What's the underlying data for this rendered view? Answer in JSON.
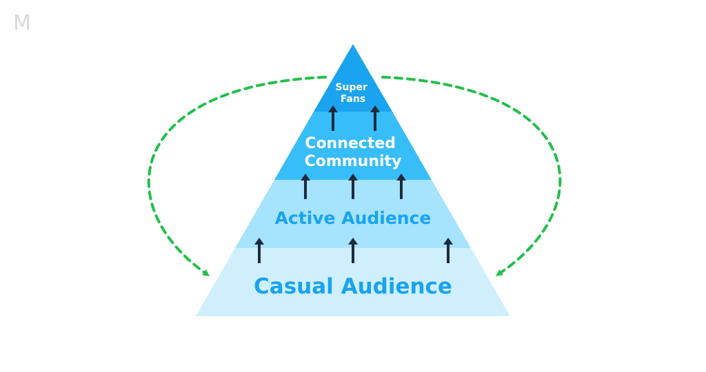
{
  "logo": {
    "text": "M"
  },
  "pyramid": {
    "tiers": [
      {
        "id": "super-fans",
        "lines": [
          "Super",
          "Fans"
        ],
        "fill": "#1aa3ee",
        "text_color": "#ffffff"
      },
      {
        "id": "connected-community",
        "lines": [
          "Connected",
          "Community"
        ],
        "fill": "#37bdf8",
        "text_color": "#ffffff"
      },
      {
        "id": "active-audience",
        "lines": [
          "Active Audience"
        ],
        "fill": "#a6e3fc",
        "text_color": "#1aa3ee"
      },
      {
        "id": "casual-audience",
        "lines": [
          "Casual Audience"
        ],
        "fill": "#cfeffd",
        "text_color": "#1aa3ee"
      }
    ],
    "arrows_between_tiers": [
      2,
      3,
      3
    ],
    "arrow_color": "#1f2a3c",
    "cycle_arrow_color": "#22bf4a",
    "cycle_arrow_style": "dashed"
  }
}
